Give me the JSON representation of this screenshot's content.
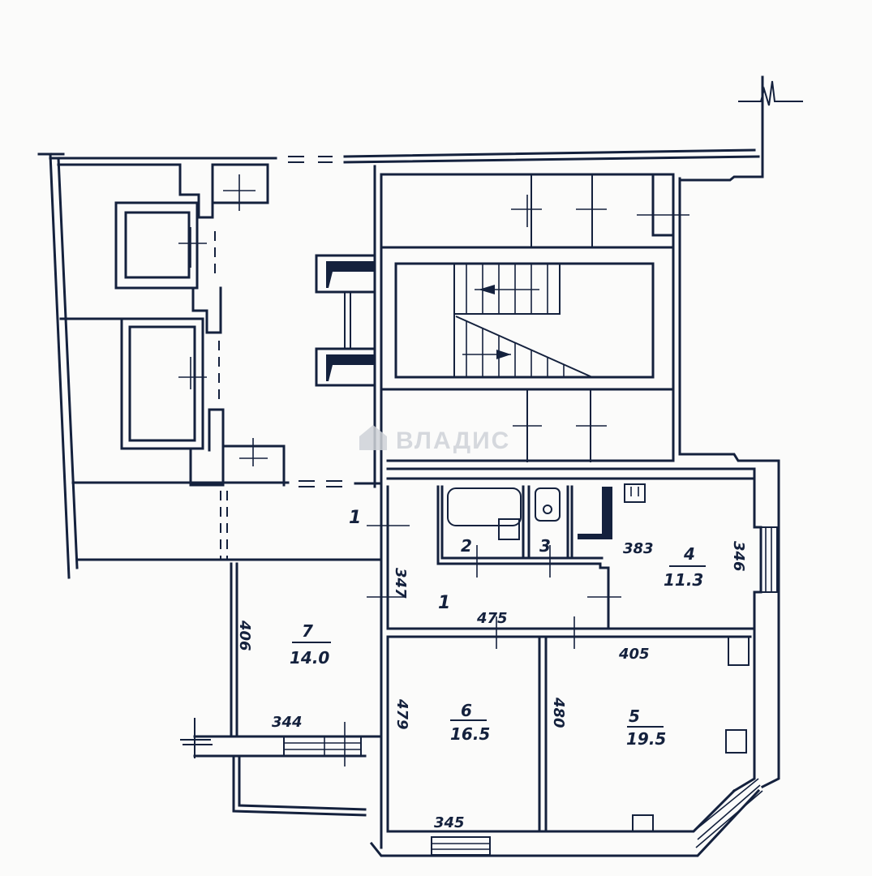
{
  "watermark": {
    "text": "ВЛАДИС",
    "icon": "house-icon"
  },
  "rooms": [
    {
      "id": "1",
      "label": "1",
      "role": "hallway-top"
    },
    {
      "id": "1b",
      "label": "1",
      "role": "hallway"
    },
    {
      "id": "2",
      "label": "2",
      "role": "bathroom"
    },
    {
      "id": "3",
      "label": "3",
      "role": "toilet"
    },
    {
      "id": "4",
      "label": "4",
      "area": "11.3",
      "role": "kitchen"
    },
    {
      "id": "5",
      "label": "5",
      "area": "19.5",
      "role": "room"
    },
    {
      "id": "6",
      "label": "6",
      "area": "16.5",
      "role": "room"
    },
    {
      "id": "7",
      "label": "7",
      "area": "14.0",
      "role": "room"
    }
  ],
  "dimensions": {
    "hall_height": "347",
    "hall_width": "475",
    "kitchen_width": "383",
    "kitchen_height": "346",
    "room5_width": "405",
    "room5_height": "480",
    "room6_height": "479",
    "room6_width": "345",
    "room7_height": "406",
    "room7_width": "344"
  },
  "colors": {
    "ink": "#14213d",
    "paper": "#fbfbfa",
    "watermark": "#cfd3d8"
  }
}
